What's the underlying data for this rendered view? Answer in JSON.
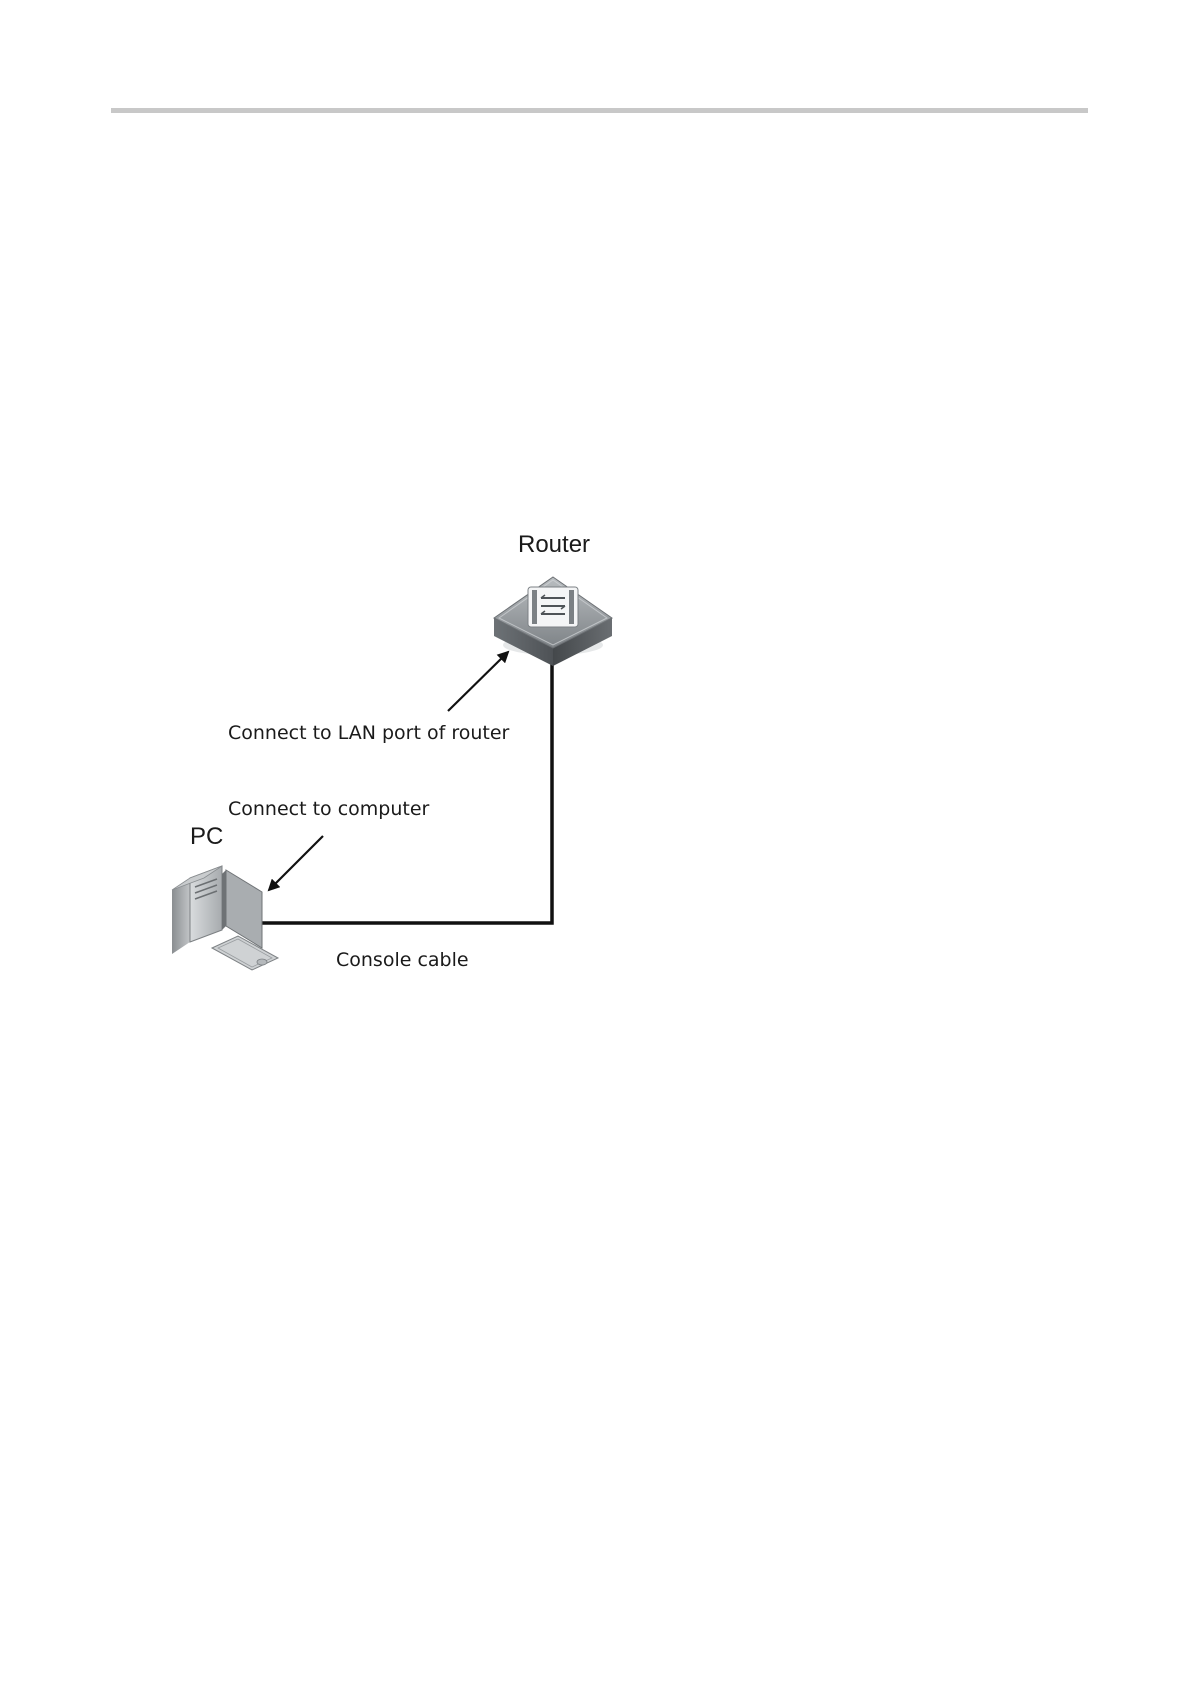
{
  "diagram": {
    "nodes": {
      "router": {
        "label": "Router",
        "icon": "router-icon"
      },
      "pc": {
        "label": "PC",
        "icon": "desktop-computer-icon"
      }
    },
    "annotations": {
      "lan_port": "Connect to LAN port of router",
      "computer": "Connect to computer",
      "cable": "Console cable"
    },
    "edges": [
      {
        "from": "pc",
        "to": "router",
        "label": "Console cable"
      }
    ],
    "colors": {
      "line": "#111111",
      "router_top": "#8f9498",
      "router_side": "#5b6064",
      "pc_body": "#9ea3a7"
    }
  }
}
